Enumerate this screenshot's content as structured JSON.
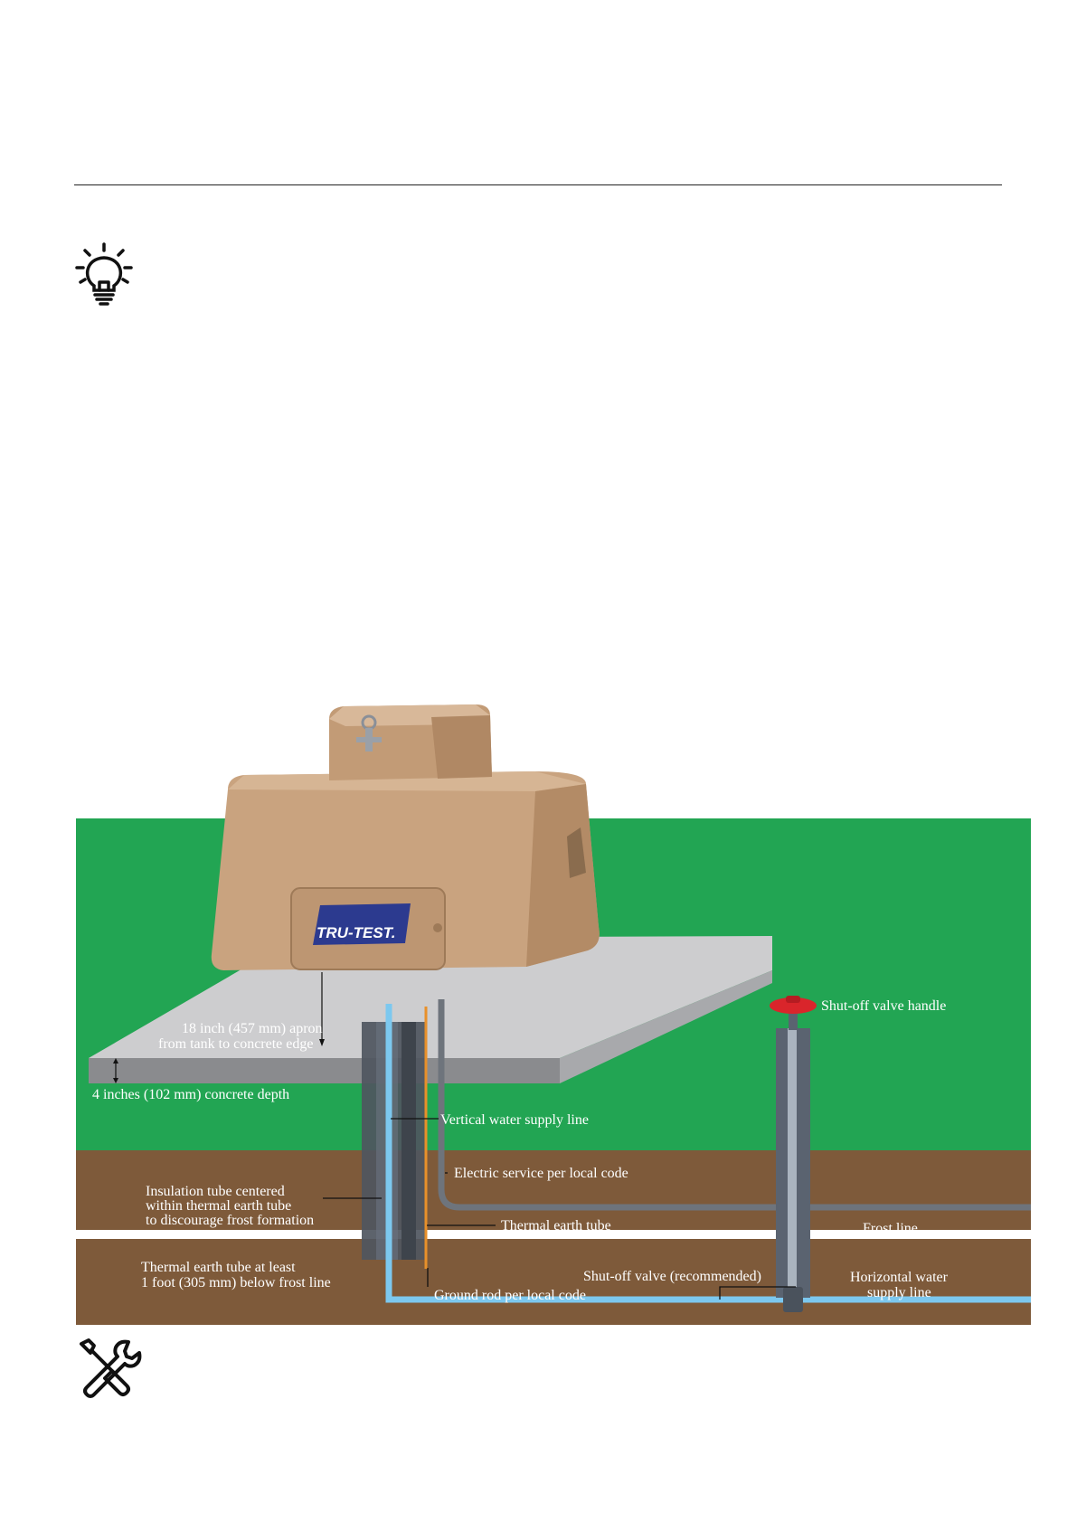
{
  "page": {
    "icons": [
      "lightbulb-icon",
      "tools-icon"
    ]
  },
  "diagram": {
    "logo_text": "TRU-TEST.",
    "labels": {
      "apron_line1": "18 inch (457 mm) apron",
      "apron_line2": "from tank to concrete edge",
      "concrete_depth": "4 inches (102 mm) concrete depth",
      "vertical_supply": "Vertical water supply line",
      "electric_service": "Electric service per local code",
      "insulation_line1": "Insulation tube centered",
      "insulation_line2": "within thermal earth tube",
      "insulation_line3": "to discourage frost formation",
      "thermal_tube": "Thermal earth tube",
      "frost_line": "Frost line",
      "thermal_depth_line1": "Thermal earth tube at least",
      "thermal_depth_line2": "1 foot (305 mm) below frost line",
      "shutoff_valve": "Shut-off valve (recommended)",
      "ground_rod": "Ground rod per local code",
      "horizontal_line1": "Horizontal water",
      "horizontal_line2": "supply line",
      "valve_handle": "Shut-off valve handle"
    },
    "colors": {
      "grass": "#22a553",
      "soil": "#7e5a3a",
      "concrete_top": "#cdcdcf",
      "concrete_side": "#8a8b8e",
      "tank": "#c9a37f",
      "water_line": "#7cc8ef",
      "pipe": "#5a6370",
      "ground_rod": "#e8902a",
      "valve_handle": "#d9252b",
      "logo_bg": "#2c3a8f"
    }
  }
}
